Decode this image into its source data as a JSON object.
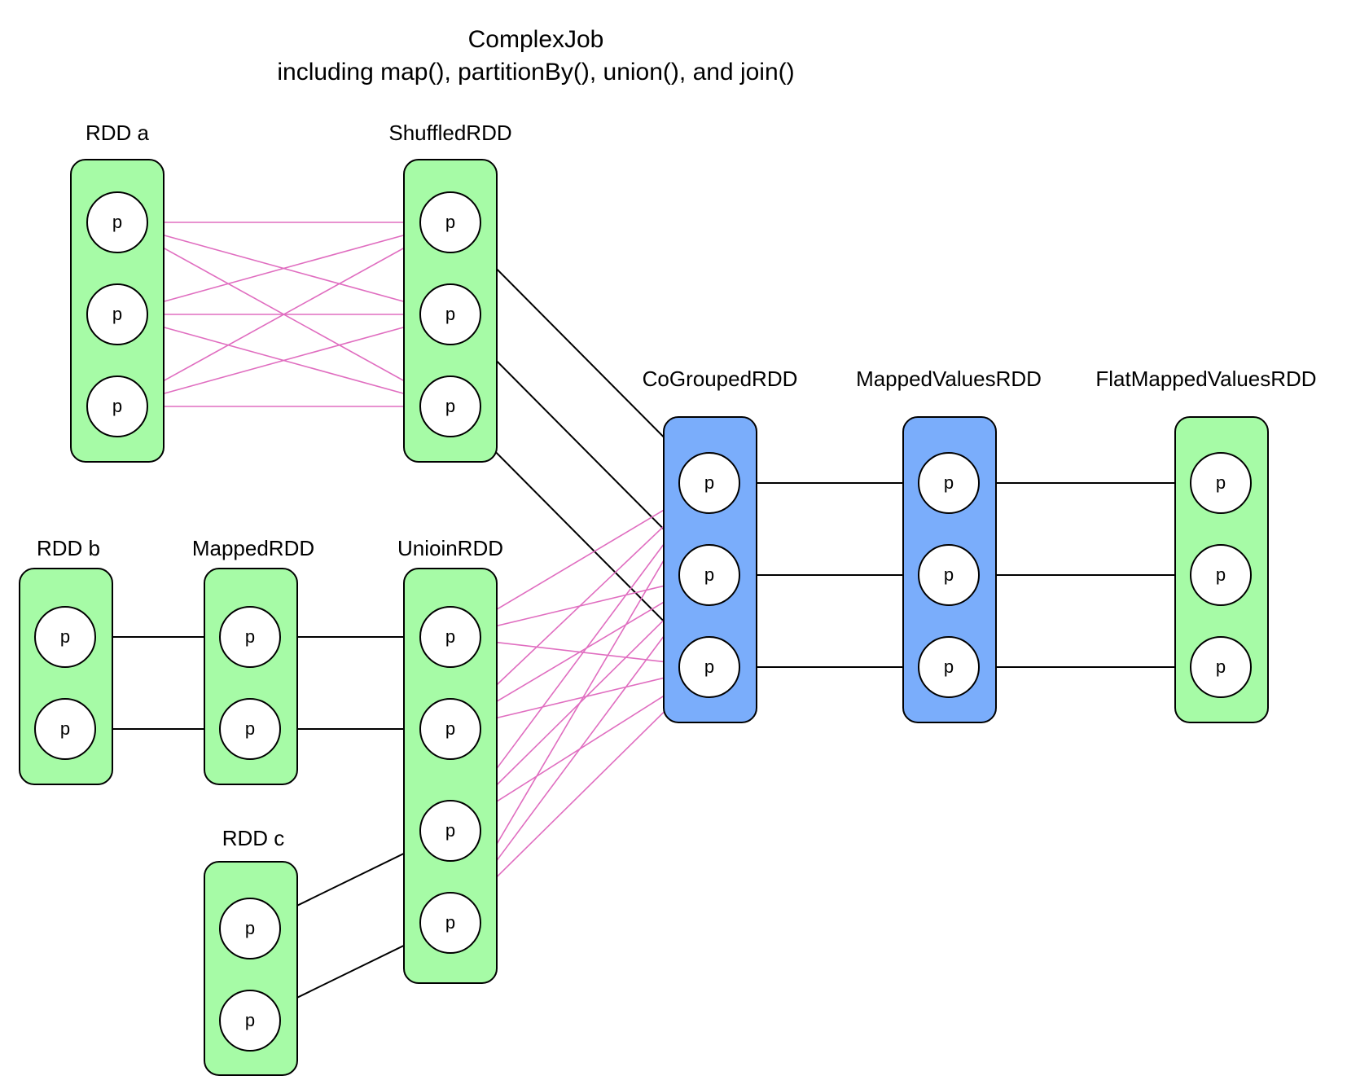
{
  "title": {
    "line1": "ComplexJob",
    "line2": "including map(), partitionBy(), union(), and join()"
  },
  "colors": {
    "green_fill": "#a6fba6",
    "blue_fill": "#7aadfb",
    "shuffle_edge": "#e06ec0",
    "narrow_edge": "#000000"
  },
  "partition_label": "p",
  "rdds": [
    {
      "id": "rdd_a",
      "name": "RDD a",
      "color": "green",
      "partitions": 3
    },
    {
      "id": "shuffled",
      "name": "ShuffledRDD",
      "color": "green",
      "partitions": 3
    },
    {
      "id": "rdd_b",
      "name": "RDD b",
      "color": "green",
      "partitions": 2
    },
    {
      "id": "mapped",
      "name": "MappedRDD",
      "color": "green",
      "partitions": 2
    },
    {
      "id": "union",
      "name": "UnioinRDD",
      "color": "green",
      "partitions": 4
    },
    {
      "id": "rdd_c",
      "name": "RDD c",
      "color": "green",
      "partitions": 2
    },
    {
      "id": "cogrouped",
      "name": "CoGroupedRDD",
      "color": "blue",
      "partitions": 3
    },
    {
      "id": "mappedvalues",
      "name": "MappedValuesRDD",
      "color": "blue",
      "partitions": 3
    },
    {
      "id": "flatmapped",
      "name": "FlatMappedValuesRDD",
      "color": "green",
      "partitions": 3
    }
  ],
  "edges": [
    {
      "from": "rdd_a",
      "to": "shuffled",
      "kind": "shuffle"
    },
    {
      "from": "shuffled",
      "to": "cogrouped",
      "kind": "one-to-one"
    },
    {
      "from": "rdd_b",
      "to": "mapped",
      "kind": "one-to-one"
    },
    {
      "from": "mapped",
      "to": "union",
      "kind": "one-to-one"
    },
    {
      "from": "rdd_c",
      "to": "union",
      "kind": "union-tail"
    },
    {
      "from": "union",
      "to": "cogrouped",
      "kind": "shuffle"
    },
    {
      "from": "cogrouped",
      "to": "mappedvalues",
      "kind": "one-to-one"
    },
    {
      "from": "mappedvalues",
      "to": "flatmapped",
      "kind": "one-to-one"
    }
  ]
}
